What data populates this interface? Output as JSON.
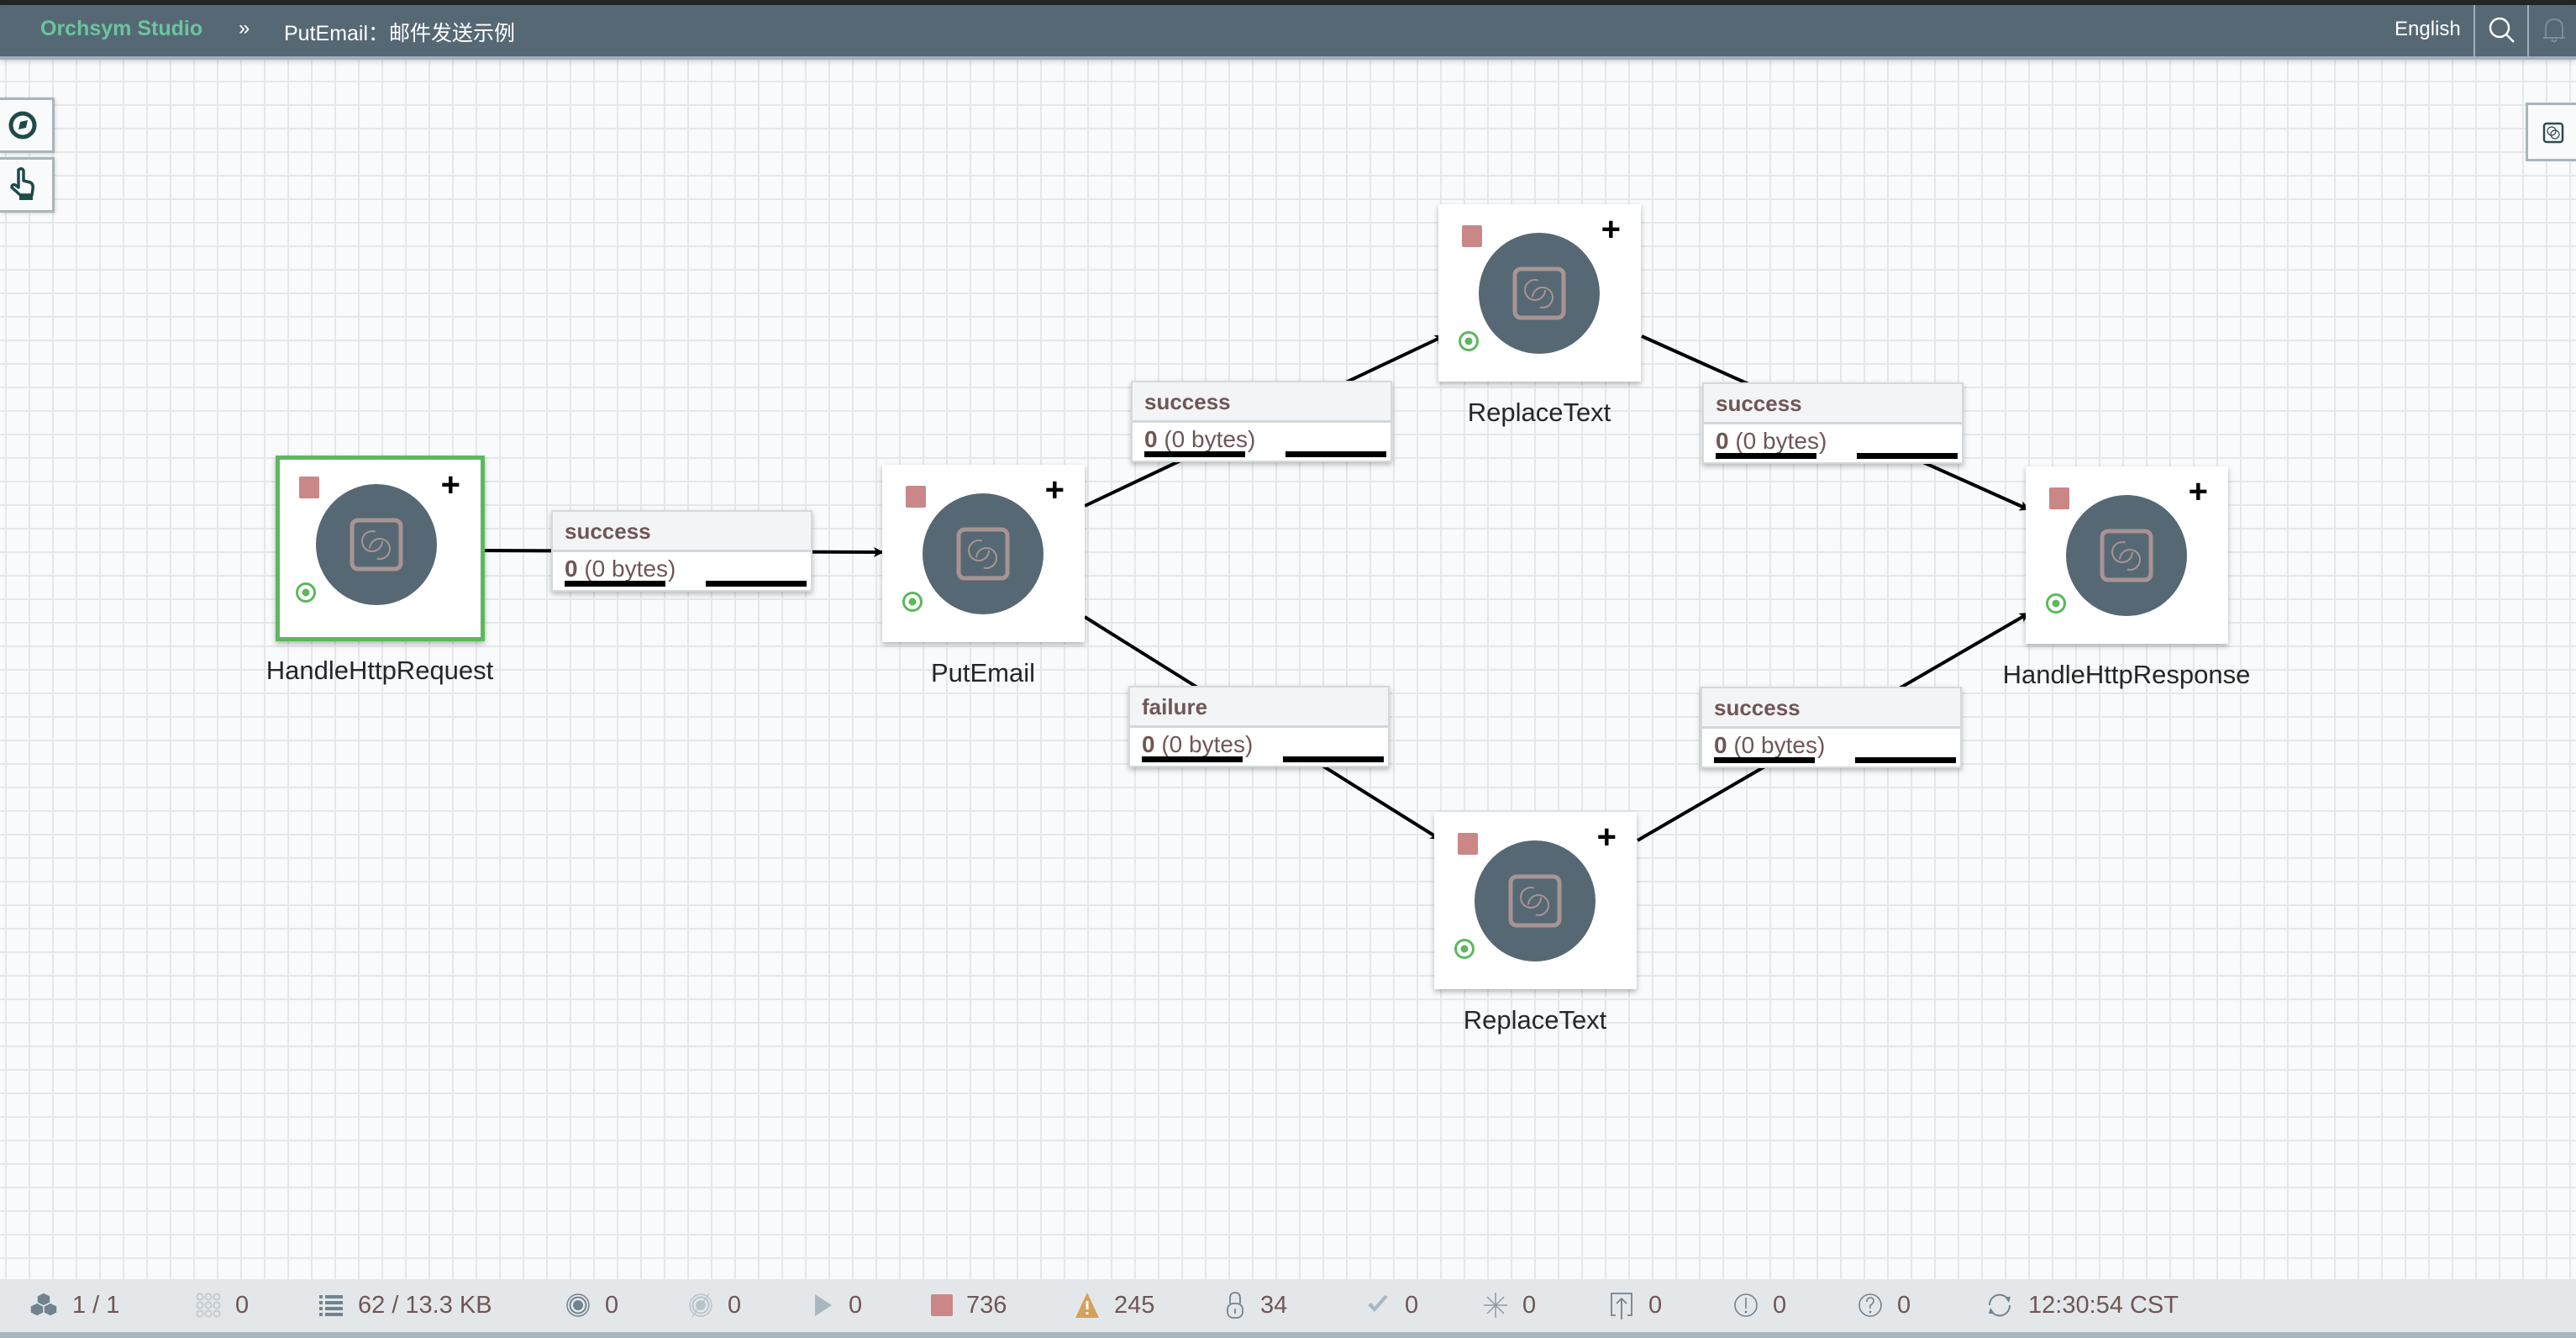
{
  "header": {
    "brand": "Orchsym Studio",
    "breadcrumb_separator": "»",
    "breadcrumb": "PutEmail：邮件发送示例",
    "language": "English",
    "search_icon": "search-icon",
    "notification_icon": "bell-icon"
  },
  "toolbar": {
    "left": [
      {
        "name": "navigate-button",
        "icon": "compass-icon"
      },
      {
        "name": "operate-button",
        "icon": "hand-pointer-icon"
      }
    ],
    "right": [
      {
        "name": "component-panel-button",
        "icon": "processor-icon"
      }
    ]
  },
  "colors": {
    "header_bg": "#566874",
    "brand": "#6ac59f",
    "stopped": "#c98787",
    "running_ring": "#5cb85c",
    "selected_border": "#5cb85c",
    "processor_circle": "#566874",
    "connection_text": "#6f5656",
    "warning": "#d4a15a"
  },
  "flow": {
    "processors": [
      {
        "id": "p1",
        "name": "HandleHttpRequest",
        "state": "stopped",
        "selected": true
      },
      {
        "id": "p2",
        "name": "PutEmail",
        "state": "stopped",
        "selected": false
      },
      {
        "id": "p3",
        "name": "ReplaceText",
        "state": "stopped",
        "selected": false
      },
      {
        "id": "p4",
        "name": "ReplaceText",
        "state": "stopped",
        "selected": false
      },
      {
        "id": "p5",
        "name": "HandleHttpResponse",
        "state": "stopped",
        "selected": false
      }
    ],
    "connections": [
      {
        "from": "p1",
        "to": "p2",
        "relationship": "success",
        "queued_count": "0",
        "queued_size": "(0 bytes)"
      },
      {
        "from": "p2",
        "to": "p3",
        "relationship": "success",
        "queued_count": "0",
        "queued_size": "(0 bytes)"
      },
      {
        "from": "p3",
        "to": "p5",
        "relationship": "success",
        "queued_count": "0",
        "queued_size": "(0 bytes)"
      },
      {
        "from": "p2",
        "to": "p4",
        "relationship": "failure",
        "queued_count": "0",
        "queued_size": "(0 bytes)"
      },
      {
        "from": "p4",
        "to": "p5",
        "relationship": "success",
        "queued_count": "0",
        "queued_size": "(0 bytes)"
      }
    ]
  },
  "status_bar": [
    {
      "name": "cluster-nodes",
      "icon": "cubes-icon",
      "value": "1 / 1"
    },
    {
      "name": "active-threads",
      "icon": "threads-icon",
      "value": "0"
    },
    {
      "name": "queued",
      "icon": "list-icon",
      "value": "62 / 13.3 KB"
    },
    {
      "name": "transmitting",
      "icon": "transmitting-icon",
      "value": "0"
    },
    {
      "name": "not-transmitting",
      "icon": "not-transmitting-icon",
      "value": "0"
    },
    {
      "name": "running",
      "icon": "play-icon",
      "value": "0"
    },
    {
      "name": "stopped",
      "icon": "stop-icon",
      "value": "736"
    },
    {
      "name": "invalid",
      "icon": "warning-icon",
      "value": "245"
    },
    {
      "name": "disabled",
      "icon": "lock-icon",
      "value": "34"
    },
    {
      "name": "up-to-date",
      "icon": "check-icon",
      "value": "0"
    },
    {
      "name": "locally-modified",
      "icon": "asterisk-icon",
      "value": "0"
    },
    {
      "name": "stale",
      "icon": "upload-icon",
      "value": "0"
    },
    {
      "name": "locally-modified-stale",
      "icon": "exclamation-circle-icon",
      "value": "0"
    },
    {
      "name": "sync-failure",
      "icon": "question-circle-icon",
      "value": "0"
    },
    {
      "name": "last-refreshed",
      "icon": "refresh-icon",
      "value": "12:30:54 CST"
    }
  ]
}
